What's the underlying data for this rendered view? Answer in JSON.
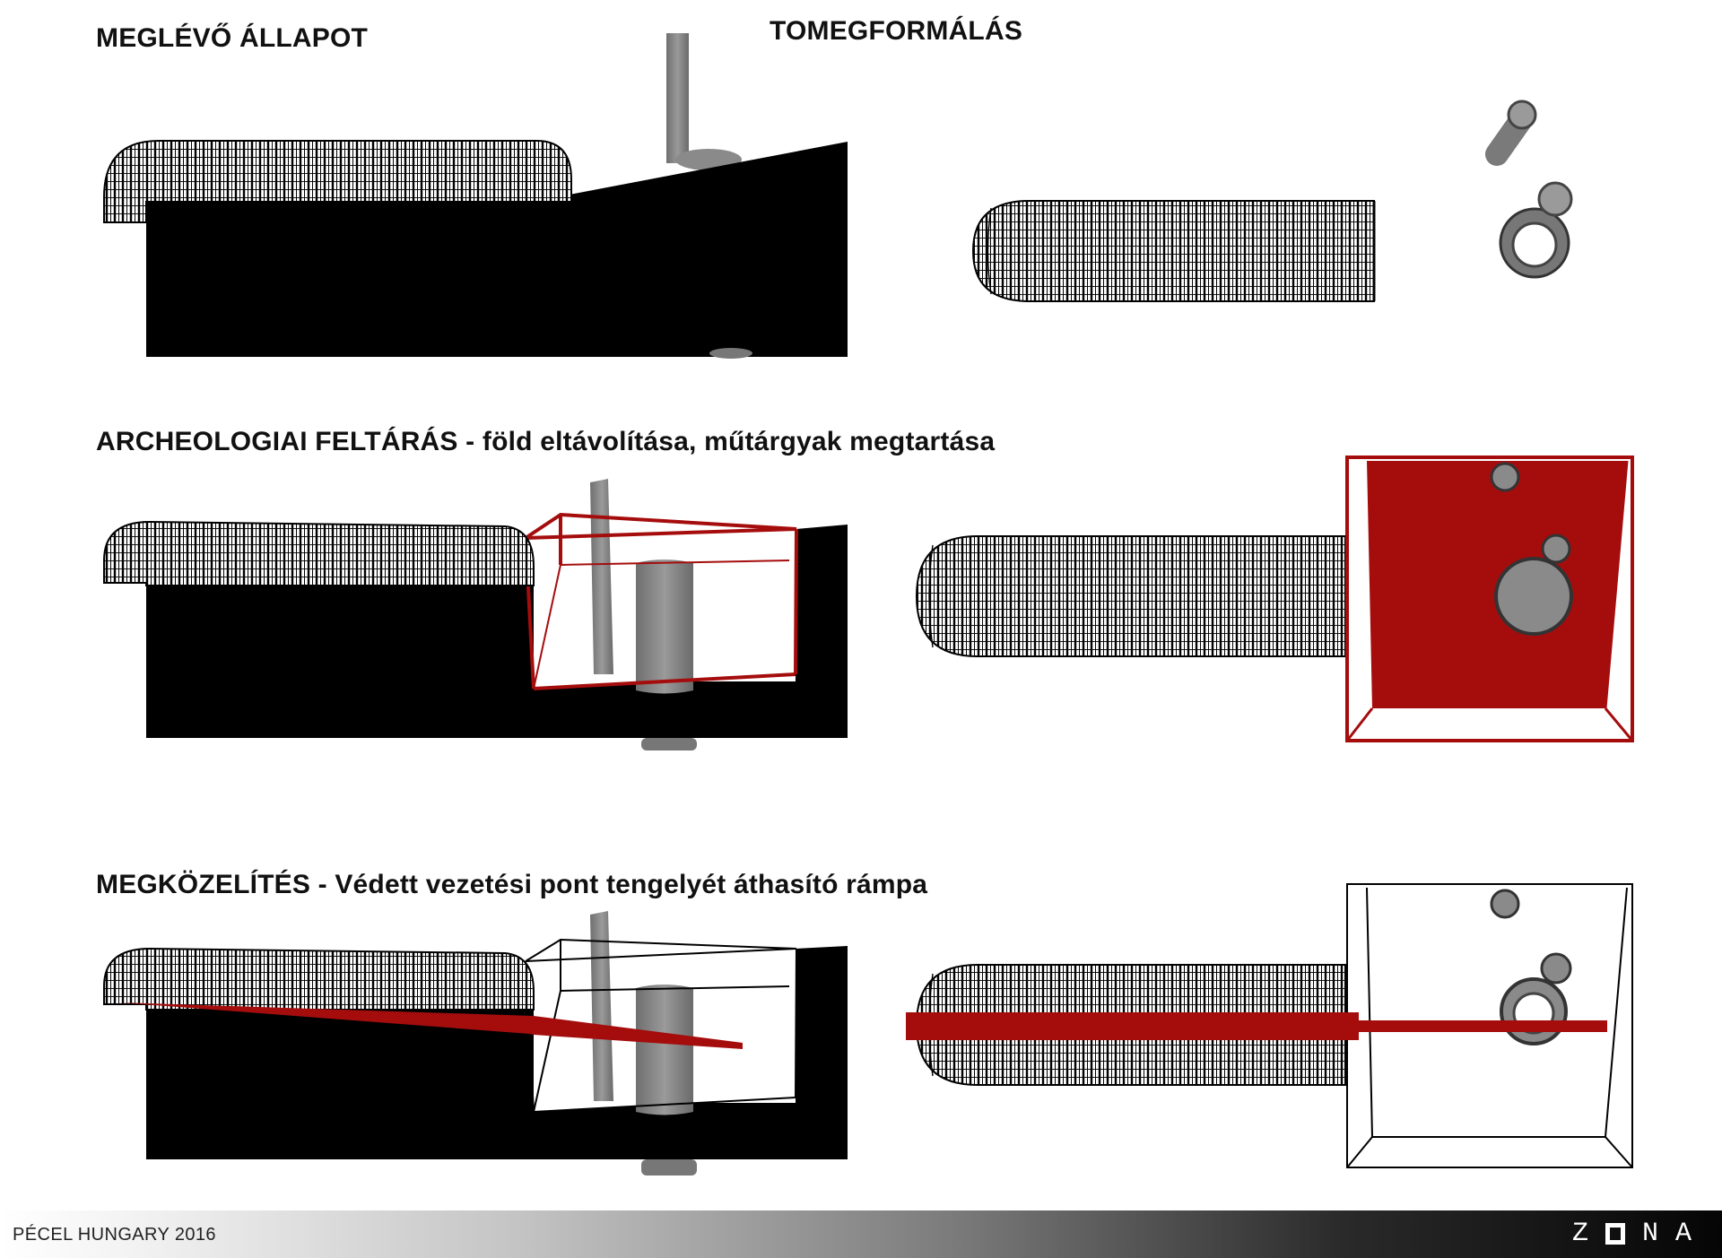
{
  "labels": {
    "existing": "MEGLÉVŐ ÁLLAPOT",
    "massing": "TOMEGFORMÁLÁS",
    "archaeology": "ARCHEOLOGIAI FELTÁRÁS - föld eltávolítása, műtárgyak megtartása",
    "approach": "MEGKÖZELÍTÉS - Védett vezetési pont tengelyét áthasító rámpa"
  },
  "footer": {
    "project": "PÉCEL  HUNGARY 2016",
    "logo_z": "Z",
    "logo_n": "N",
    "logo_a": "A"
  },
  "colors": {
    "ink": "#000000",
    "accent_red": "#a50d0d",
    "grey": "#8a8a8a",
    "background": "#ffffff"
  }
}
